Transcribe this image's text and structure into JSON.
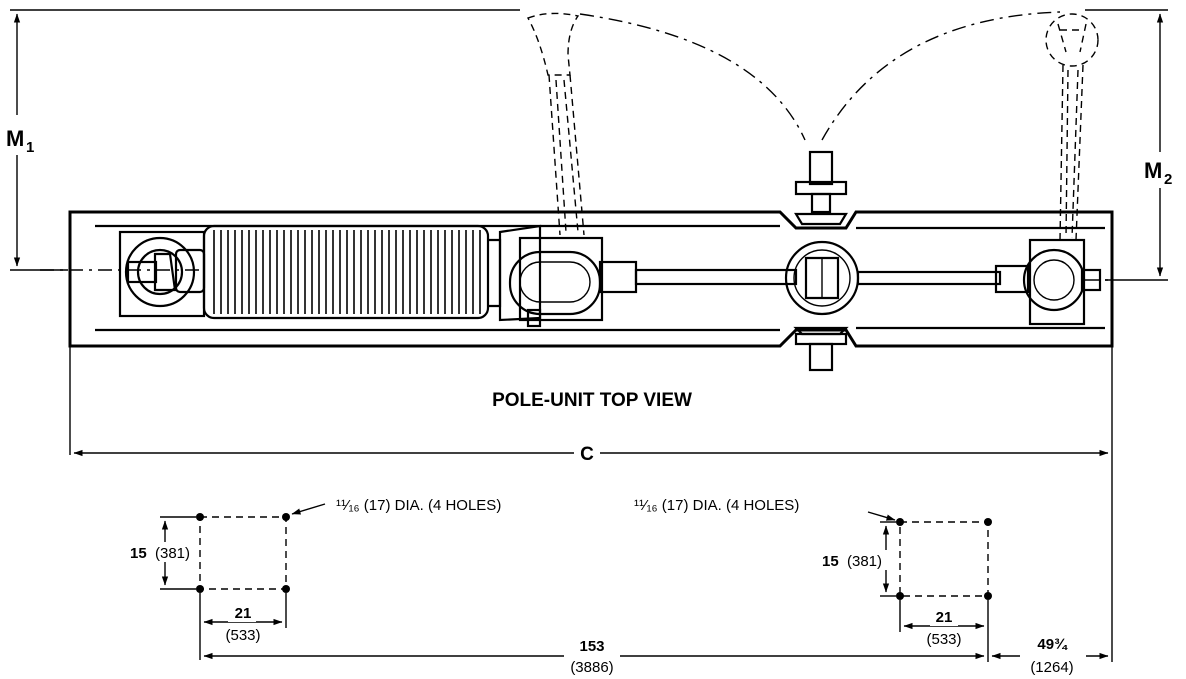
{
  "labels": {
    "m1": "M",
    "m1_sub": "1",
    "m2": "M",
    "m2_sub": "2",
    "title": "POLE-UNIT TOP VIEW",
    "c": "C",
    "hole_note_left": "¹¹⁄₁₆ (17) DIA. (4 HOLES)",
    "hole_note_right": "¹¹⁄₁₆ (17) DIA. (4 HOLES)",
    "dim_15_left": "15",
    "dim_15_left_mm": "(381)",
    "dim_15_right": "15",
    "dim_15_right_mm": "(381)",
    "dim_21_left": "21",
    "dim_21_left_mm": "(533)",
    "dim_21_right": "21",
    "dim_21_right_mm": "(533)",
    "dim_153": "153",
    "dim_153_mm": "(3886)",
    "dim_49": "49¾",
    "dim_49_mm": "(1264)"
  }
}
